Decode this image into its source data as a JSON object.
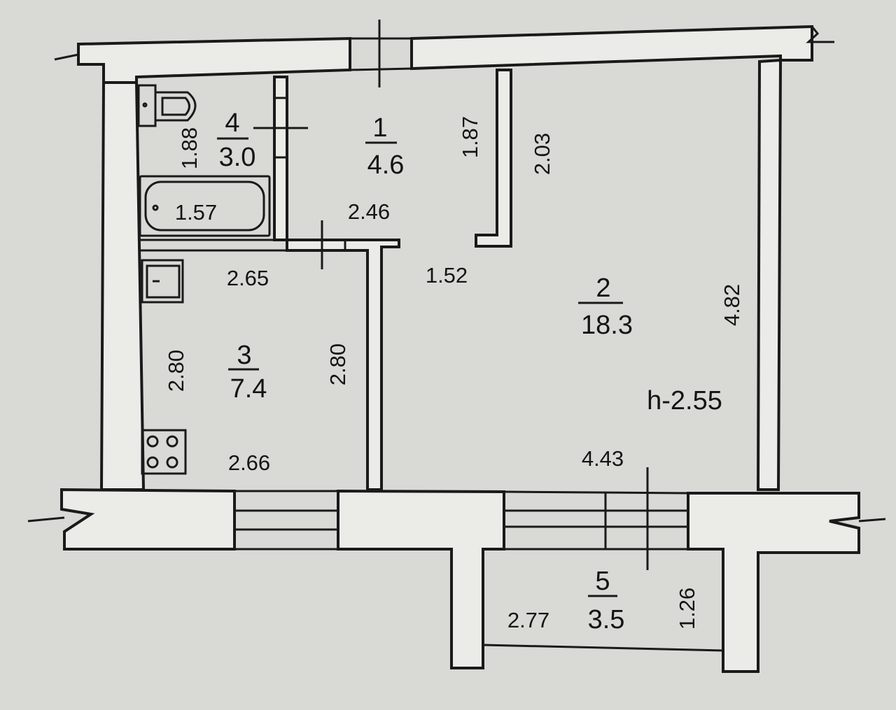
{
  "rooms": [
    {
      "number": "1",
      "area": "4.6"
    },
    {
      "number": "2",
      "area": "18.3"
    },
    {
      "number": "3",
      "area": "7.4"
    },
    {
      "number": "4",
      "area": "3.0"
    },
    {
      "number": "5",
      "area": "3.5"
    }
  ],
  "dimensions": {
    "bath_height": "1.88",
    "bath_tub": "1.57",
    "hall_height": "1.87",
    "hall_width": "2.46",
    "closet_height": "2.03",
    "hall_lower": "1.52",
    "kitchen_top": "2.65",
    "kitchen_left": "2.80",
    "kitchen_right": "2.80",
    "kitchen_bottom": "2.66",
    "living_height": "4.82",
    "living_width": "4.43",
    "balcony_width": "2.77",
    "balcony_depth": "1.26"
  },
  "ceiling_height": "h-2.55"
}
